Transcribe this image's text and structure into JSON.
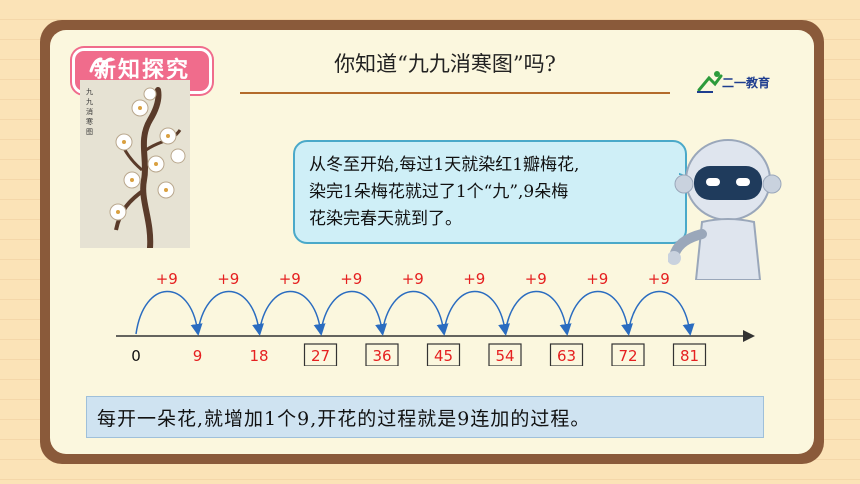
{
  "badge": {
    "label": "新知探究"
  },
  "title": "你知道“九九消寒图”吗?",
  "logo": {
    "text": "二一教育"
  },
  "painting": {
    "caption": [
      "九",
      "九",
      "消",
      "寒",
      "图"
    ]
  },
  "bubble": {
    "lines": [
      "从冬至开始,每过1天就染红1瓣梅花,",
      "染完1朵梅花就过了1个“九”,9朵梅",
      "花染完春天就到了。"
    ]
  },
  "numberline": {
    "step_label": "+9",
    "start_label": "0",
    "plain_values": [
      "9",
      "18"
    ],
    "boxed_values": [
      "27",
      "36",
      "45",
      "54",
      "63",
      "72",
      "81"
    ]
  },
  "summary": "每开一朵花,就增加1个9,开花的过程就是9连加的过程。",
  "colors": {
    "accent_red": "#e52020",
    "arc_blue": "#2a6cc0",
    "board_brown": "#8a5a3a",
    "badge_pink": "#f06c8c",
    "bubble_fill": "#cfeff7"
  }
}
